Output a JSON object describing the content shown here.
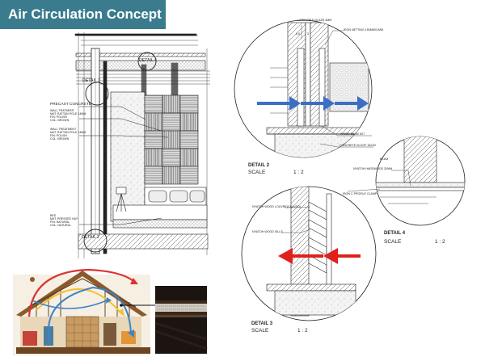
{
  "title": "Air Circulation Concept",
  "colors": {
    "title_bar": "#3a7c8e",
    "title_text": "#ffffff",
    "blue_arrow": "#3a6fc4",
    "red_arrow": "#e0201a",
    "roof_section": "#8a5a2e",
    "ventilation_red": "#d33",
    "ventilation_yellow": "#f1c232",
    "ventilation_blue": "#3d85c6",
    "linework": "#222222"
  },
  "elevation": {
    "detail4_tag": "DETAIL 4",
    "detail3_tag": "DETAIL 3",
    "detail2_tag": "DETAIL 2",
    "callouts": [
      {
        "lines": [
          "PRECAST CONCRETE"
        ]
      },
      {
        "lines": [
          "WALL TRATMENT",
          "MAT: RATTAN POLE 14MM",
          "FIN: POLISH",
          "COL: BROWN"
        ]
      },
      {
        "lines": [
          "WALL TREATMENT",
          "MAT: RATTAN POLE 14MM",
          "FIN: POLISH",
          "COL: BROWN"
        ]
      },
      {
        "lines": [
          "BED",
          "MAT: PRESSED HAY",
          "FIN: NATURAL",
          "COL: NATURAL"
        ]
      }
    ]
  },
  "detail2": {
    "labels": {
      "laminated_glass": "LAMINATED GLASS 4MM",
      "iron_netting": "IRON NETTING 150MMX1MM",
      "dim_a": "6.5",
      "dim_b": "3",
      "wood_beam": "WOOD BEAM 5X7",
      "concrete_sloof": "CONCRETE SLOOF 15X40"
    },
    "caption": "DETAIL 2",
    "scale_label": "SCALE",
    "scale_value": "1 : 2"
  },
  "detail4": {
    "labels": {
      "beam": "BEAM",
      "nyatoh_hardwood": "NYATOH HARDWOOD 20MM",
      "iron_c_profile": "IRON C PROFILE CLAMP"
    },
    "caption": "DETAIL 4",
    "scale_label": "SCALE",
    "scale_value": "1 : 2"
  },
  "detail3": {
    "labels": {
      "louvre": "NYATOH WOOD LOUVRE(CALUSO)",
      "sills": "NYATOH WOOD SILLS"
    },
    "caption": "DETAIL 3",
    "scale_label": "SCALE",
    "scale_value": "1 : 2"
  }
}
